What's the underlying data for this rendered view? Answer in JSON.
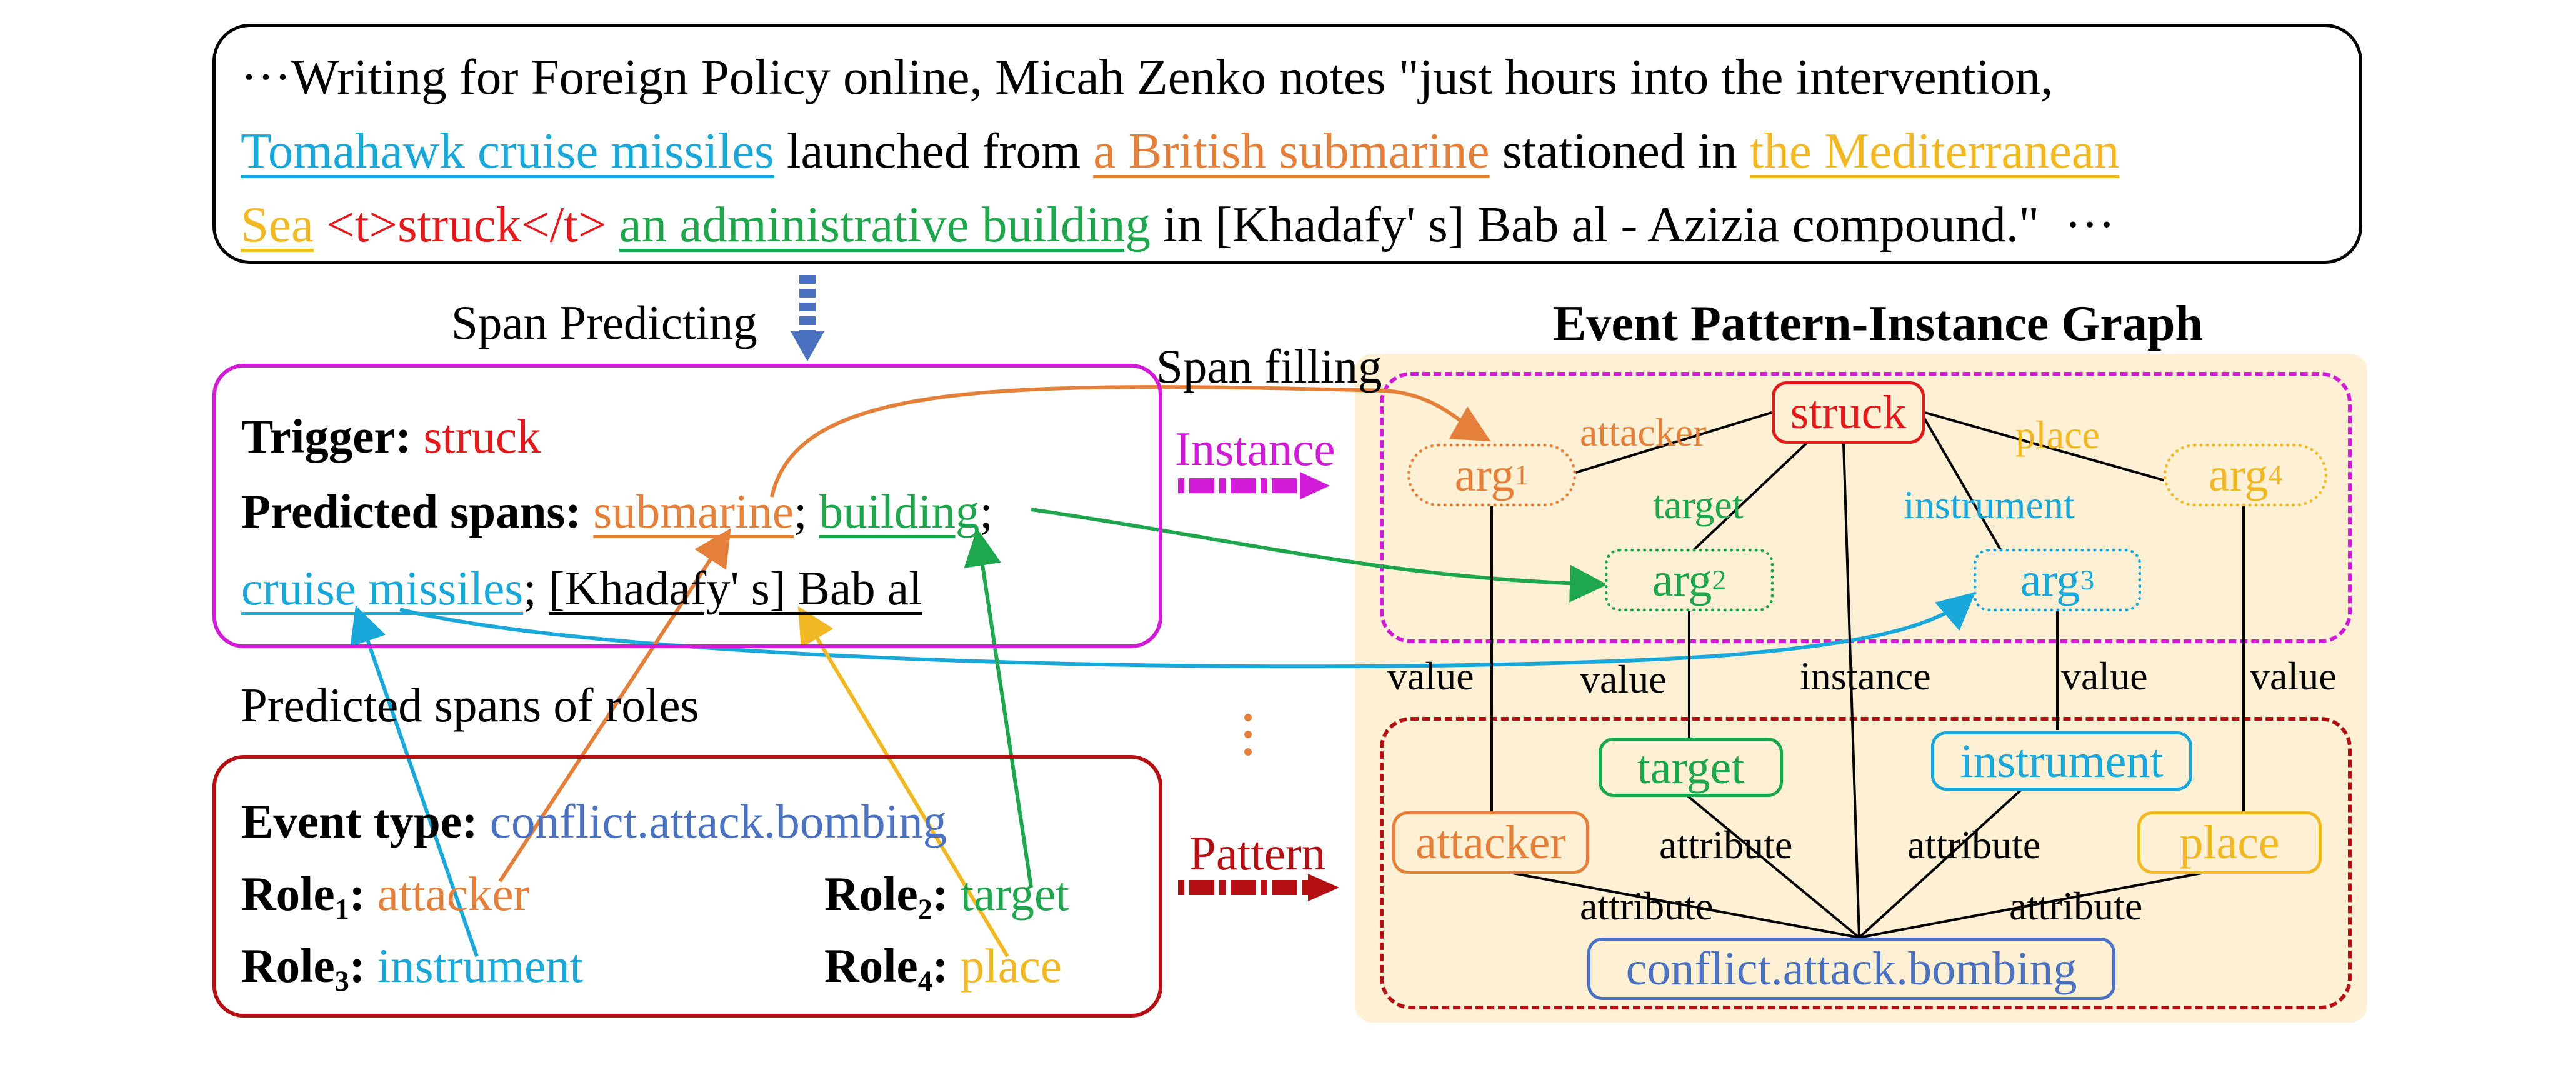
{
  "sentence": {
    "line1": "···Writing for Foreign Policy online, Micah Zenko notes \"just hours into the intervention,",
    "line2_span_instrument": "Tomahawk cruise missiles",
    "line2_mid1": " launched from ",
    "line2_span_attacker": "a British submarine",
    "line2_mid2": " stationed in ",
    "line2_span_place_a": "the Mediterranean",
    "line3_span_place_b": "Sea",
    "line3_trigger": "<t>struck</t>",
    "line3_span_target": "an administrative building",
    "line3_end": " in [Khadafy' s] Bab al - Azizia compound.\"  ···"
  },
  "labels": {
    "span_predicting": "Span Predicting",
    "span_filling": "Span filling",
    "instance": "Instance",
    "pattern": "Pattern",
    "predicted_spans_of_roles": "Predicted spans of roles",
    "graph_title": "Event Pattern-Instance Graph"
  },
  "prediction": {
    "trigger_label": "Trigger:",
    "trigger_value": "struck",
    "spans_label": "Predicted spans:",
    "span1": "submarine",
    "sep1": ";",
    "span2": "building",
    "sep2": ";",
    "span3": "cruise missiles",
    "sep3": ";",
    "span4": "[Khadafy' s] Bab al"
  },
  "event": {
    "type_label": "Event type:",
    "type_value": "conflict.attack.bombing",
    "roles": [
      {
        "label": "Role",
        "sub": "1",
        "colon": ":",
        "value": "attacker"
      },
      {
        "label": "Role",
        "sub": "2",
        "colon": ":",
        "value": "target"
      },
      {
        "label": "Role",
        "sub": "3",
        "colon": ":",
        "value": "instrument"
      },
      {
        "label": "Role",
        "sub": "4",
        "colon": ":",
        "value": "place"
      }
    ]
  },
  "graph": {
    "instance_nodes": {
      "trigger": "struck",
      "arg1": "arg",
      "arg1_sub": "1",
      "arg2": "arg",
      "arg2_sub": "2",
      "arg3": "arg",
      "arg3_sub": "3",
      "arg4": "arg",
      "arg4_sub": "4"
    },
    "instance_edges": {
      "attacker": "attacker",
      "target": "target",
      "instrument": "instrument",
      "place": "place"
    },
    "link_edges": {
      "value1": "value",
      "value2": "value",
      "instance": "instance",
      "value3": "value",
      "value4": "value"
    },
    "pattern_nodes": {
      "attacker": "attacker",
      "target": "target",
      "instrument": "instrument",
      "place": "place",
      "event_type": "conflict.attack.bombing"
    },
    "pattern_edges": {
      "attr1": "attribute",
      "attr2": "attribute",
      "attr3": "attribute",
      "attr4": "attribute"
    }
  },
  "colors": {
    "instrument": "#1aa7d9",
    "attacker": "#e5803a",
    "place": "#f2b824",
    "trigger": "#e31a1c",
    "target": "#1ea64c",
    "event_type": "#4a72c0",
    "instance_frame": "#d21bd6",
    "pattern_frame": "#b40f12"
  }
}
